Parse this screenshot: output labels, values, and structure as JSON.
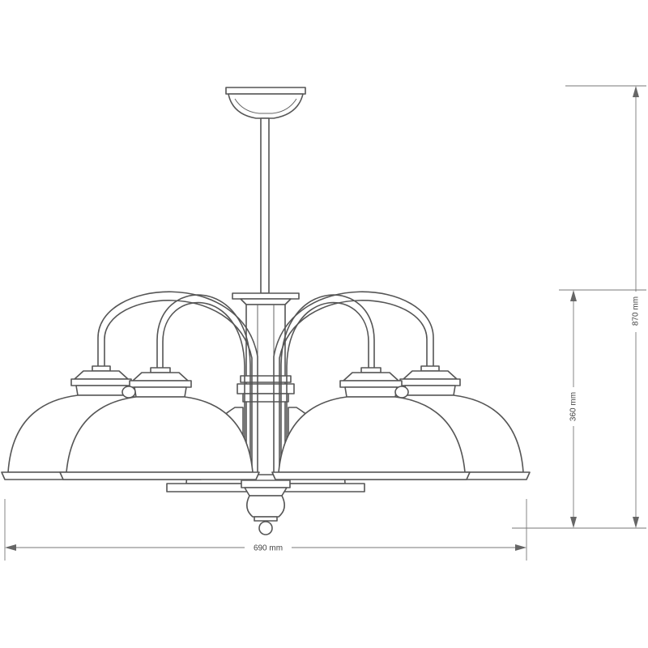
{
  "dimensions": {
    "total_height": "870 mm",
    "body_height": "360 mm",
    "width": "690 mm"
  },
  "colors": {
    "line": "#555555",
    "dimension_line": "#777777",
    "background": "#ffffff"
  }
}
